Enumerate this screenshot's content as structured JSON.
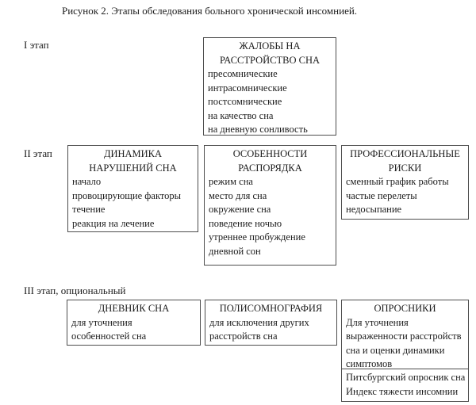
{
  "caption": "Рисунок 2. Этапы обследования больного хронической инсомнией.",
  "stage1": {
    "label": "I этап",
    "box_complaints": {
      "title": "ЖАЛОБЫ НА\nРАССТРОЙСТВО СНА",
      "items": [
        "пресомнические",
        "интрасомнические",
        "постсомнические",
        "на качество сна",
        "на дневную сонливость"
      ]
    }
  },
  "stage2": {
    "label": "II этап",
    "box_dynamics": {
      "title": "ДИНАМИКА\nНАРУШЕНИЙ СНА",
      "items": [
        "начало",
        "провоцирующие факторы",
        "течение",
        "реакция на лечение"
      ]
    },
    "box_routine": {
      "title": "ОСОБЕННОСТИ\nРАСПОРЯДКА",
      "items": [
        "режим сна",
        "место для сна",
        "окружение сна",
        "поведение ночью",
        "утреннее пробуждение",
        "дневной сон"
      ]
    },
    "box_risks": {
      "title": "ПРОФЕССИОНАЛЬНЫЕ\nРИСКИ",
      "items": [
        "сменный график работы",
        "частые перелеты",
        "недосыпание"
      ]
    }
  },
  "stage3": {
    "label": "III этап, опциональный",
    "box_diary": {
      "title": "ДНЕВНИК СНА",
      "items": [
        "для уточнения",
        "особенностей сна"
      ]
    },
    "box_polysomnography": {
      "title": "ПОЛИСОМНОГРАФИЯ",
      "items": [
        "для исключения других",
        "расстройств сна"
      ]
    },
    "box_questionnaires": {
      "title": "ОПРОСНИКИ",
      "items": [
        "Для уточнения",
        "выраженности расстройств",
        "сна и оценки динамики",
        "симптомов"
      ],
      "tools": [
        "Питсбургский опросник сна",
        "Индекс тяжести инсомнии"
      ]
    }
  }
}
